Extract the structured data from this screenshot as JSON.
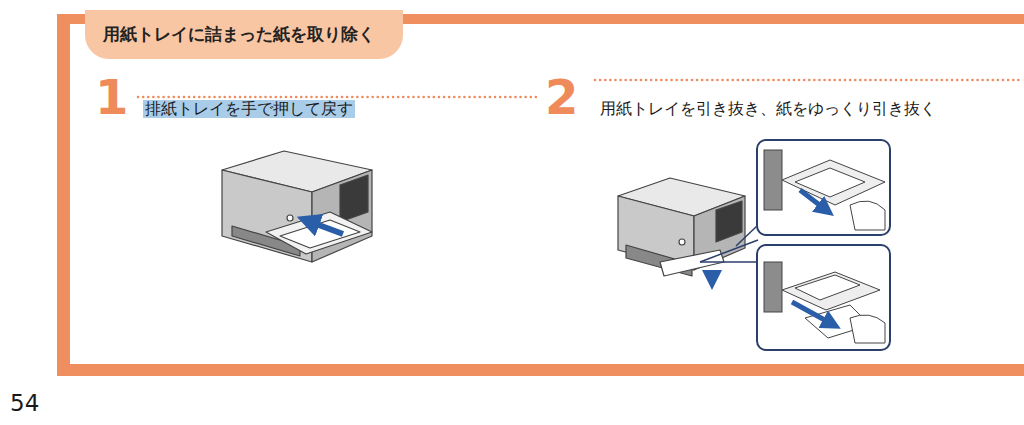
{
  "diagram": {
    "nodes": [
      {
        "text": [
          "用紙トレイに詰まった紙を取り除く"
        ]
      }
    ],
    "labels": [
      "1",
      "排紙トレイを手で押して戻す",
      "2",
      "用紙トレイを引き抜き、紙をゆっくり引き抜く",
      "54"
    ]
  }
}
